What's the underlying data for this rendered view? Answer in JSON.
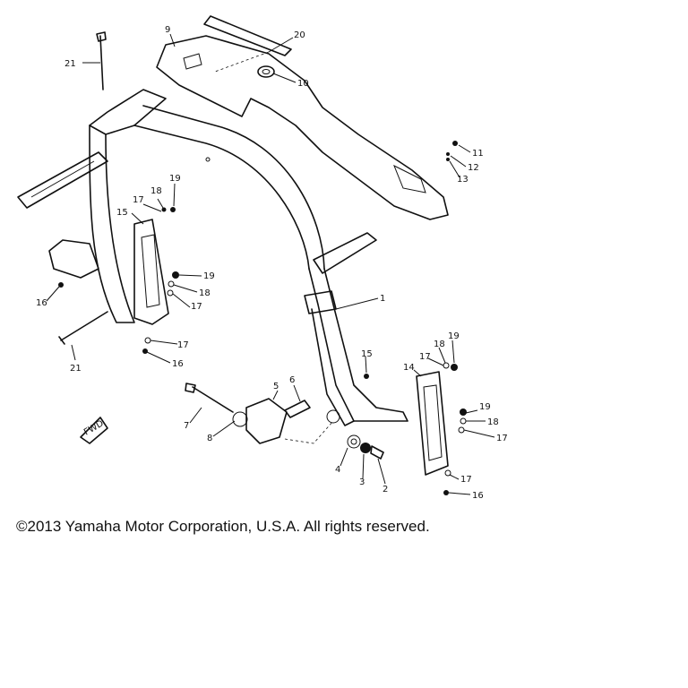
{
  "callouts": [
    "21",
    "9",
    "20",
    "10",
    "11",
    "12",
    "13",
    "18",
    "19",
    "17",
    "15",
    "19",
    "18",
    "17",
    "16",
    "1",
    "17",
    "16",
    "21",
    "15",
    "19",
    "18",
    "17",
    "14",
    "6",
    "5",
    "7",
    "8",
    "19",
    "18",
    "17",
    "4",
    "3",
    "2",
    "17",
    "16"
  ],
  "fwd_label": "FWD",
  "copyright": "©2013 Yamaha Motor Corporation, U.S.A. All rights reserved."
}
